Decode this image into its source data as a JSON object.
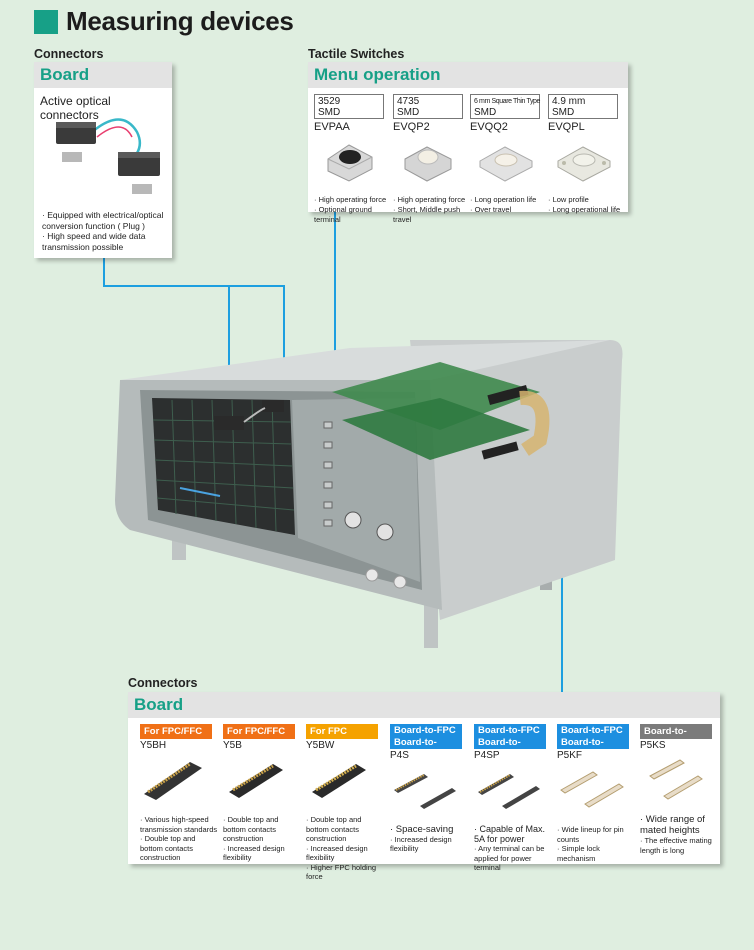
{
  "page_title": "Measuring devices",
  "colors": {
    "accent": "#17a087",
    "orange": "#f07016",
    "gold": "#f5a200",
    "blue": "#1d8fe0",
    "gray": "#7b7b7b",
    "connector_line": "#1d9fe0"
  },
  "top_left": {
    "category": "Connectors",
    "panel_title": "Board",
    "product": "Active optical connectors",
    "features": [
      "· Equipped with electrical/optical conversion function ( Plug )",
      "· High speed and wide data transmission possible"
    ]
  },
  "tactile": {
    "category": "Tactile Switches",
    "panel_title": "Menu operation",
    "items": [
      {
        "size": "3529",
        "size_small": "",
        "type": "SMD",
        "model": "EVPAA",
        "features": [
          "· High operating force",
          "· Optional ground terminal"
        ]
      },
      {
        "size": "4735",
        "size_small": "",
        "type": "SMD",
        "model": "EVQP2",
        "features": [
          "· High operating force",
          "· Short, Middle push travel"
        ]
      },
      {
        "size": "",
        "size_small": "6 mm Square Thin Type",
        "type": "SMD",
        "model": "EVQQ2",
        "features": [
          "· Long operation life",
          "· Over travel"
        ]
      },
      {
        "size": "4.9 mm",
        "size_small": "",
        "type": "SMD",
        "model": "EVQPL",
        "features": [
          "· Low profile",
          "· Long operational life"
        ]
      }
    ]
  },
  "bottom": {
    "category": "Connectors",
    "panel_title": "Board",
    "items": [
      {
        "badge1": "For FPC/FFC",
        "badge2": "",
        "color": "orange",
        "model": "Y5BH",
        "features": [
          "· Various high-speed transmission standards",
          "· Double top and bottom contacts construction"
        ]
      },
      {
        "badge1": "For FPC/FFC",
        "badge2": "",
        "color": "orange",
        "model": "Y5B",
        "features": [
          "· Double top and bottom contacts construction",
          "· Increased design flexibility"
        ]
      },
      {
        "badge1": "For FPC",
        "badge2": "",
        "color": "gold",
        "model": "Y5BW",
        "features": [
          "· Double top and bottom contacts construction",
          "· Increased design flexibility",
          "· Higher FPC holding force"
        ]
      },
      {
        "badge1": "Board-to-FPC",
        "badge2": "Board-to-Board",
        "color": "blue",
        "model": "P4S",
        "features": [
          "· Space-saving",
          "· Increased design flexibility"
        ]
      },
      {
        "badge1": "Board-to-FPC",
        "badge2": "Board-to-Board",
        "color": "blue",
        "model": "P4SP",
        "features": [
          "· Capable of Max. 5A for power",
          "· Any terminal can be applied for power terminal"
        ]
      },
      {
        "badge1": "Board-to-FPC",
        "badge2": "Board-to-Board",
        "color": "blue",
        "model": "P5KF",
        "features": [
          "· Wide lineup for pin counts",
          "· Simple lock mechanism"
        ]
      },
      {
        "badge1": "Board-to-Board",
        "badge2": "",
        "color": "gray",
        "model": "P5KS",
        "features": [
          "· Wide range of mated heights",
          "· The effective mating length is long"
        ]
      }
    ]
  }
}
